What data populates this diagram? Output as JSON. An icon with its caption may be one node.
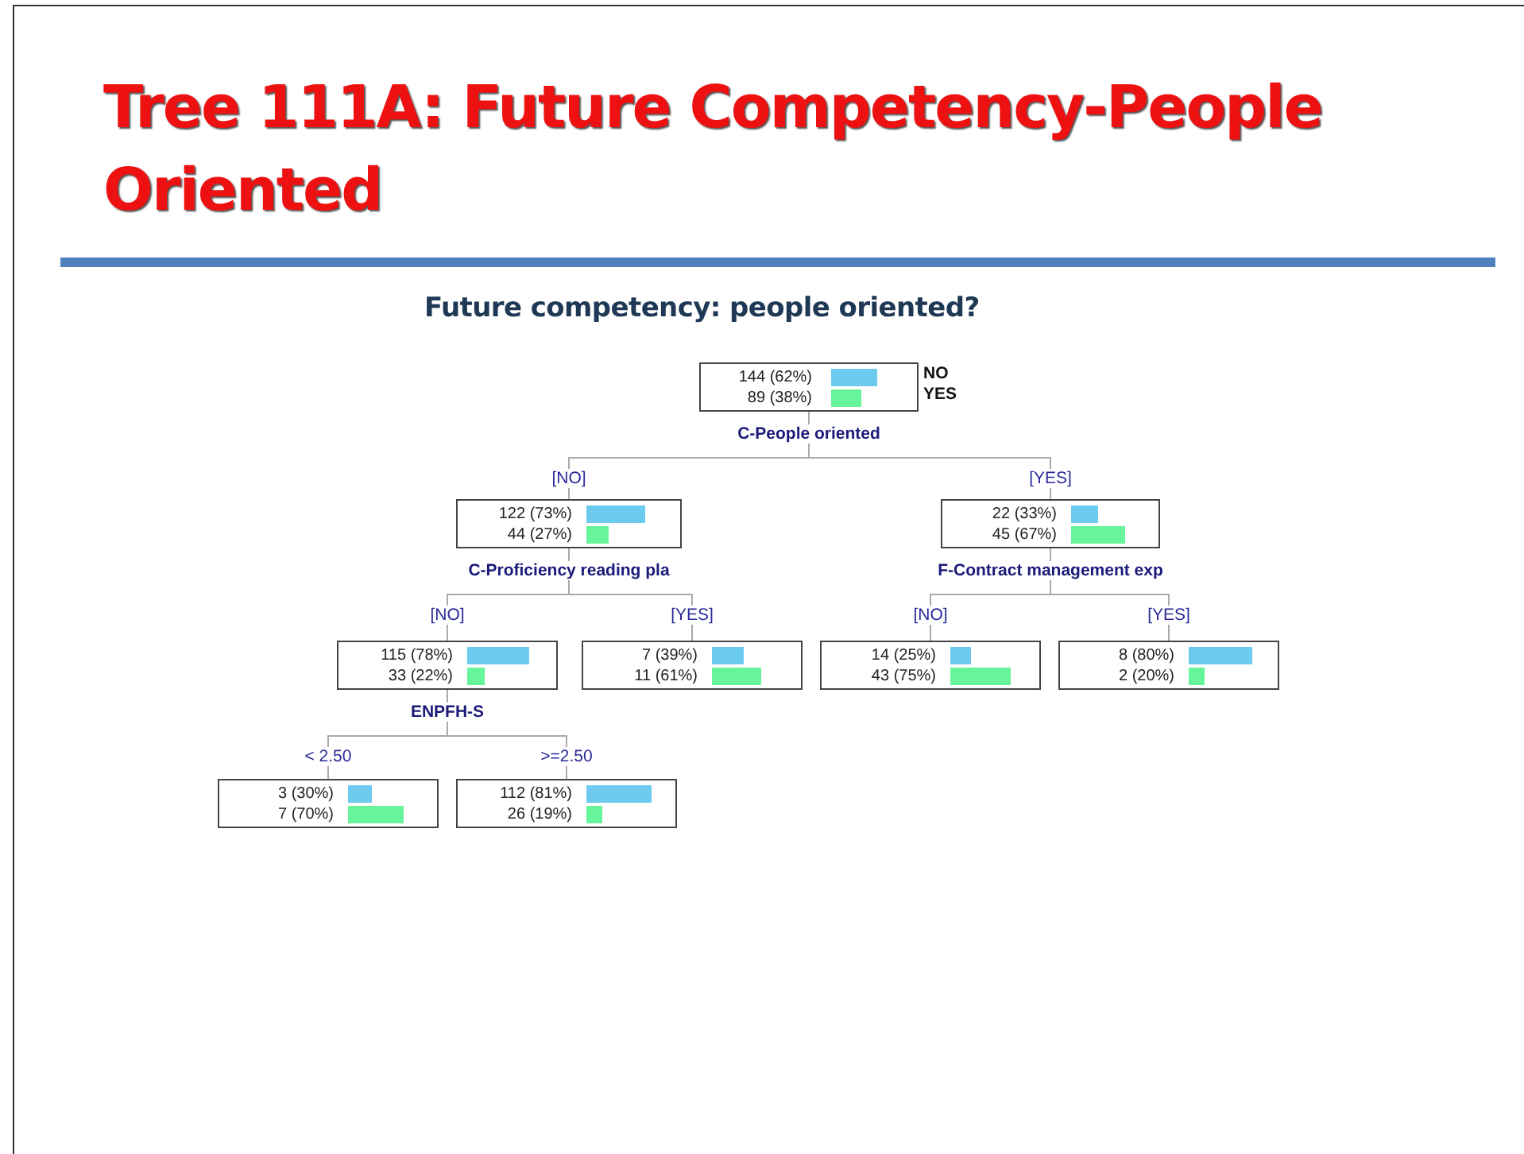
{
  "diagram": {
    "title": "Tree 111A: Future Competency-People Oriented",
    "nodes": [
      {
        "text": [
          "144 (62%)",
          "89 (38%)"
        ],
        "beside": [
          "C-People oriented"
        ]
      },
      {
        "text": [
          "122 (73%)",
          "44 (27%)"
        ],
        "beside": [
          "C-Proficiency reading pla"
        ]
      },
      {
        "text": [
          "22 (33%)",
          "45 (67%)"
        ],
        "beside": [
          "F-Contract management exp"
        ]
      },
      {
        "text": [
          "115 (78%)",
          "33 (22%)"
        ],
        "beside": [
          "ENPFH-S"
        ]
      },
      {
        "text": [
          "7 (39%)",
          "11 (61%)"
        ]
      },
      {
        "text": [
          "14 (25%)",
          "43 (75%)"
        ]
      },
      {
        "text": [
          "8 (80%)",
          "2 (20%)"
        ]
      },
      {
        "text": [
          "3 (30%)",
          "7 (70%)"
        ]
      },
      {
        "text": [
          "112 (81%)",
          "26 (19%)"
        ]
      }
    ],
    "edges": [
      {
        "from": 0,
        "to": 1,
        "arrow": "none",
        "label": "[NO]"
      },
      {
        "from": 0,
        "to": 2,
        "arrow": "none",
        "label": "[YES]"
      },
      {
        "from": 1,
        "to": 3,
        "arrow": "none",
        "label": "[NO]"
      },
      {
        "from": 1,
        "to": 4,
        "arrow": "none",
        "label": "[YES]"
      },
      {
        "from": 2,
        "to": 5,
        "arrow": "none",
        "label": "[NO]"
      },
      {
        "from": 2,
        "to": 6,
        "arrow": "none",
        "label": "[YES]"
      },
      {
        "from": 3,
        "to": 7,
        "arrow": "none",
        "label": "< 2.50"
      },
      {
        "from": 3,
        "to": 8,
        "arrow": "none",
        "label": ">=2.50"
      }
    ],
    "labels": [
      "Future competency: people oriented?",
      "NO",
      "YES"
    ]
  }
}
